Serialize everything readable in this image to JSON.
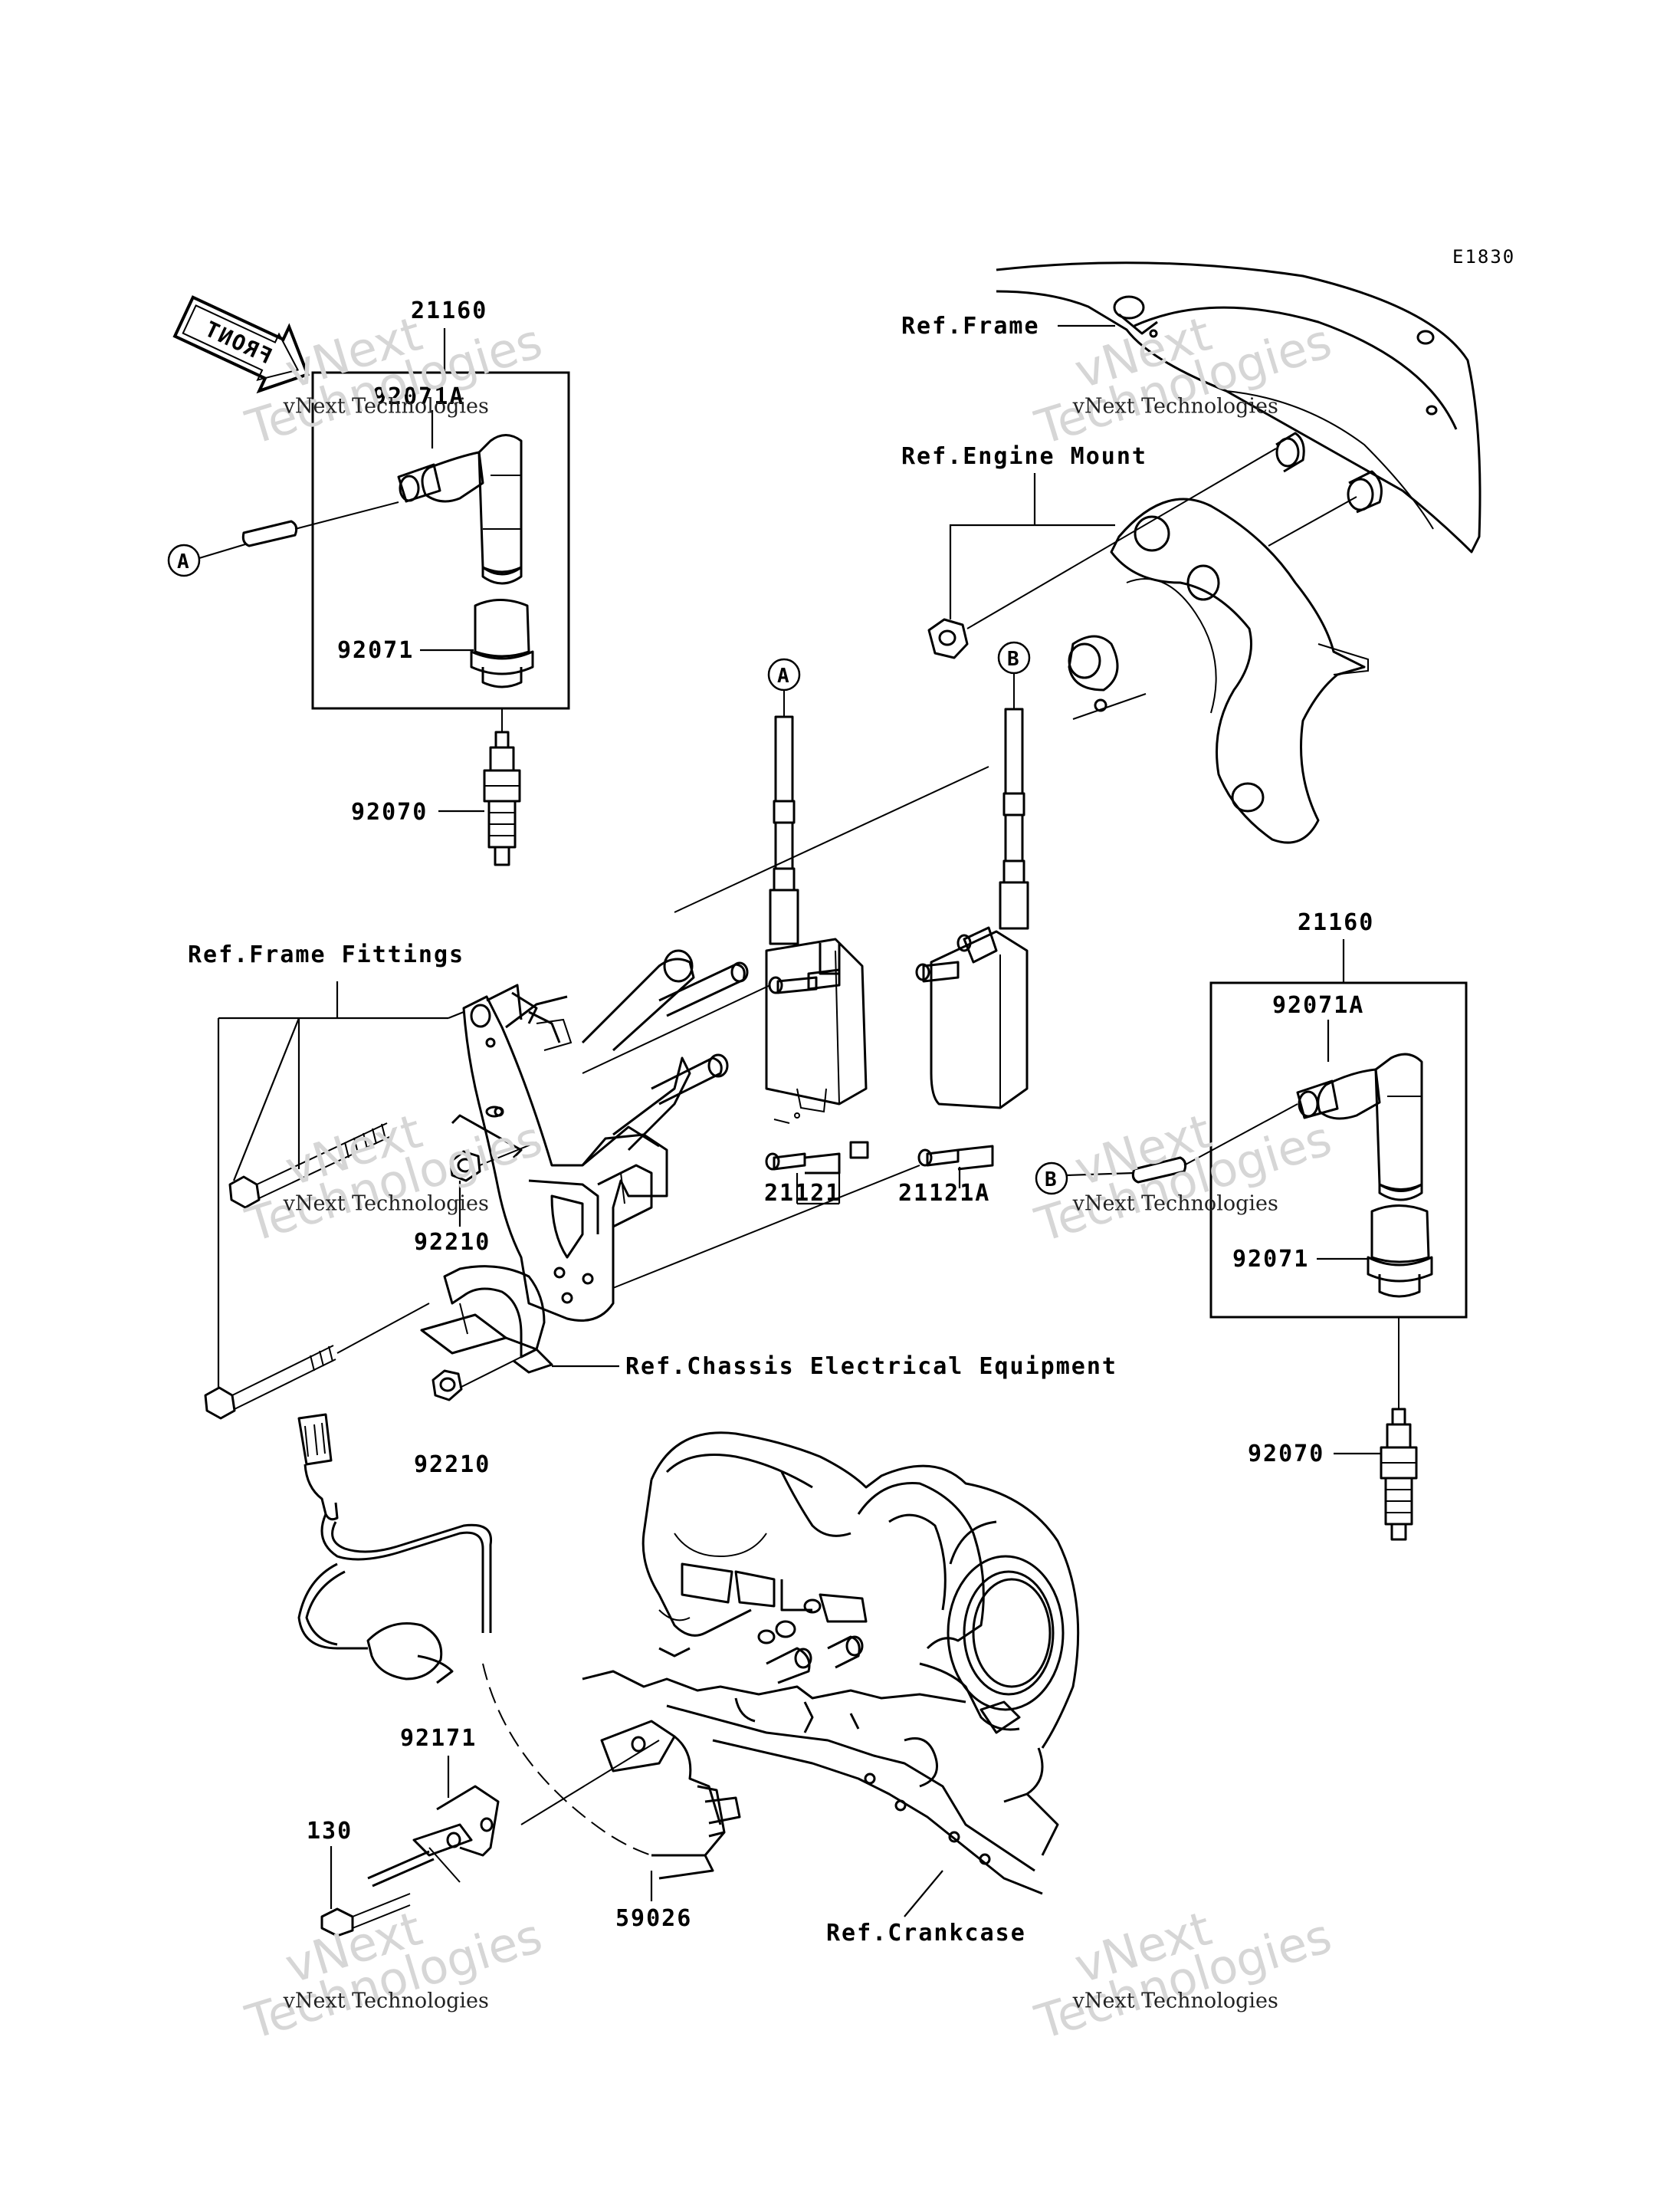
{
  "diagram_code": "E1830",
  "front_label": "FRONT",
  "labels": {
    "p21160_left": "21160",
    "p92071A_left": "92071A",
    "p92071_left": "92071",
    "p92070_left": "92070",
    "p21160_right": "21160",
    "p92071A_right": "92071A",
    "p92071_right": "92071",
    "p92070_right": "92070",
    "p21121": "21121",
    "p21121A": "21121A",
    "p92210_a": "92210",
    "p92210_b": "92210",
    "p92171": "92171",
    "p130": "130",
    "p59026": "59026"
  },
  "refs": {
    "frame": "Ref.Frame",
    "engine_mount": "Ref.Engine Mount",
    "frame_fittings": "Ref.Frame Fittings",
    "chassis_electrical": "Ref.Chassis Electrical Equipment",
    "crankcase": "Ref.Crankcase"
  },
  "callouts": {
    "a_left": "A",
    "a_coil": "A",
    "b_coil": "B",
    "b_right": "B"
  },
  "watermark": {
    "line1": "vNext",
    "line2": "Technologies",
    "small": "vNext Technologies"
  }
}
